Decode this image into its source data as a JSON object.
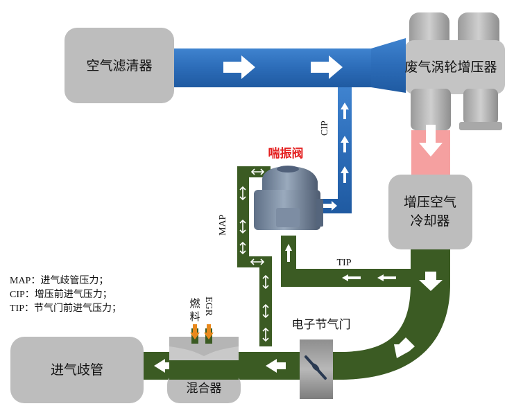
{
  "components": {
    "air_filter": "空气滤清器",
    "turbocharger": "废气涡轮增压器",
    "intercooler_line1": "增压空气",
    "intercooler_line2": "冷却器",
    "intake_manifold": "进气歧管",
    "mixer": "混合器",
    "throttle": "电子节气门",
    "surge_valve": "喘振阀",
    "fuel_line1": "燃",
    "fuel_line2": "料",
    "egr": "EGR"
  },
  "signals": {
    "cip": "CIP",
    "map": "MAP",
    "tip": "TIP"
  },
  "legend": [
    "MAP：进气歧管压力；",
    "CIP：增压前进气压力；",
    "TIP：节气门前进气压力；"
  ],
  "colors": {
    "cold_air": "#2e6fba",
    "cip_line": "#3a5fcf",
    "boost_path": "#3b5b23",
    "hot_charge": "#f5a0a0",
    "component": "#bdbdbd",
    "valve_label": "#e41e1e",
    "fuel_arrow": "#e8891d"
  }
}
